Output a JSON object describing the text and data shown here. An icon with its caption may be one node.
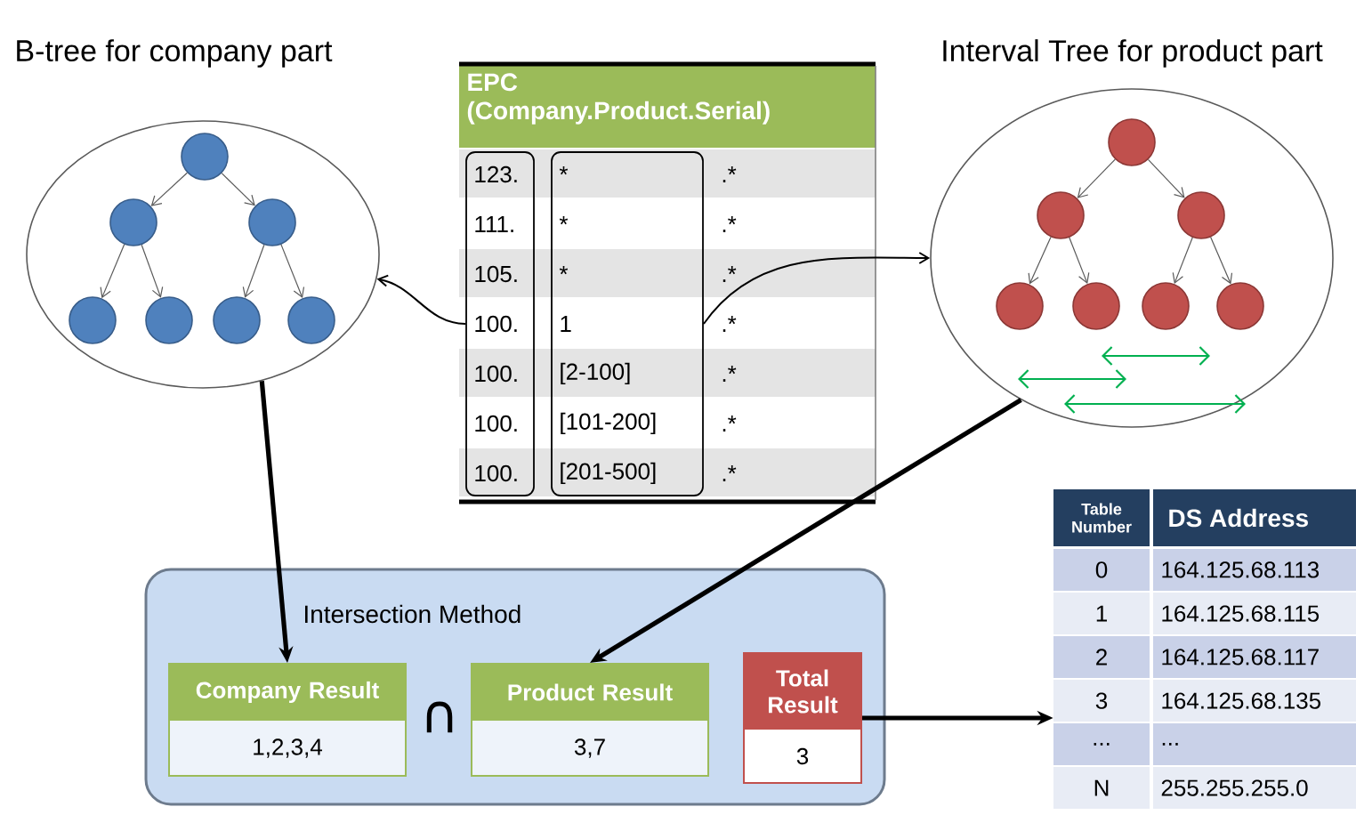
{
  "diagram": {
    "nodes": [
      {
        "text": [
          "B-tree for company part"
        ]
      },
      {
        "text": [],
        "shape": "circle",
        "in": 0
      },
      {
        "text": [],
        "shape": "circle",
        "in": 0
      },
      {
        "text": [],
        "shape": "circle",
        "in": 0
      },
      {
        "text": [],
        "shape": "circle",
        "in": 0
      },
      {
        "text": [],
        "shape": "circle",
        "in": 0
      },
      {
        "text": [],
        "shape": "circle",
        "in": 0
      },
      {
        "text": [],
        "shape": "circle",
        "in": 0
      },
      {
        "text": [
          "EPC (Company.Product.Serial)",
          ".*",
          ".*",
          ".*",
          ".*",
          ".*",
          ".*",
          ".*"
        ]
      },
      {
        "text": [
          "123.",
          "111.",
          "105.",
          "100.",
          "100.",
          "100.",
          "100."
        ],
        "in": 8
      },
      {
        "text": [
          "*",
          "*",
          "*",
          "1",
          "[2-100]",
          "[101-200]",
          "[201-500]"
        ],
        "in": 8
      },
      {
        "text": [
          "Interval Tree for product part"
        ]
      },
      {
        "text": [],
        "shape": "circle",
        "in": 11
      },
      {
        "text": [],
        "shape": "circle",
        "in": 11
      },
      {
        "text": [],
        "shape": "circle",
        "in": 11
      },
      {
        "text": [],
        "shape": "circle",
        "in": 11
      },
      {
        "text": [],
        "shape": "circle",
        "in": 11
      },
      {
        "text": [],
        "shape": "circle",
        "in": 11
      },
      {
        "text": [],
        "shape": "circle",
        "in": 11
      },
      {
        "text": [
          "Intersection Method"
        ]
      },
      {
        "text": [
          "Company Result",
          "1,2,3,4"
        ],
        "in": 19
      },
      {
        "text": [
          "Product Result",
          "3,7"
        ],
        "in": 19
      },
      {
        "text": [
          "Total Result",
          "3"
        ],
        "in": 19
      },
      {
        "text": [
          "Table Number",
          "DS Address",
          "0",
          "164.125.68.113",
          "1",
          "164.125.68.115",
          "2",
          "164.125.68.117",
          "3",
          "164.125.68.135",
          "...",
          "...",
          "N",
          "255.255.255.0"
        ]
      }
    ],
    "edges": [
      {
        "from": 1,
        "to": 2,
        "arrow": "to"
      },
      {
        "from": 1,
        "to": 3,
        "arrow": "to"
      },
      {
        "from": 2,
        "to": 4,
        "arrow": "to"
      },
      {
        "from": 2,
        "to": 5,
        "arrow": "to"
      },
      {
        "from": 3,
        "to": 6,
        "arrow": "to"
      },
      {
        "from": 3,
        "to": 7,
        "arrow": "to"
      },
      {
        "from": 12,
        "to": 13,
        "arrow": "to"
      },
      {
        "from": 12,
        "to": 14,
        "arrow": "to"
      },
      {
        "from": 13,
        "to": 15,
        "arrow": "to"
      },
      {
        "from": 13,
        "to": 16,
        "arrow": "to"
      },
      {
        "from": 14,
        "to": 17,
        "arrow": "to"
      },
      {
        "from": 14,
        "to": 18,
        "arrow": "to"
      },
      {
        "from": 9,
        "to": 0,
        "arrow": "to",
        "color": "#000000"
      },
      {
        "from": 10,
        "to": 11,
        "arrow": "to",
        "color": "#000000"
      },
      {
        "from": 0,
        "to": 20,
        "arrow": "to",
        "style": "thick",
        "color": "#000000"
      },
      {
        "from": 11,
        "to": 21,
        "arrow": "to",
        "style": "thick",
        "color": "#000000"
      },
      {
        "from": 22,
        "to": 23,
        "arrow": "to",
        "style": "thick",
        "color": "#000000"
      }
    ],
    "labels": [
      "∩"
    ]
  }
}
